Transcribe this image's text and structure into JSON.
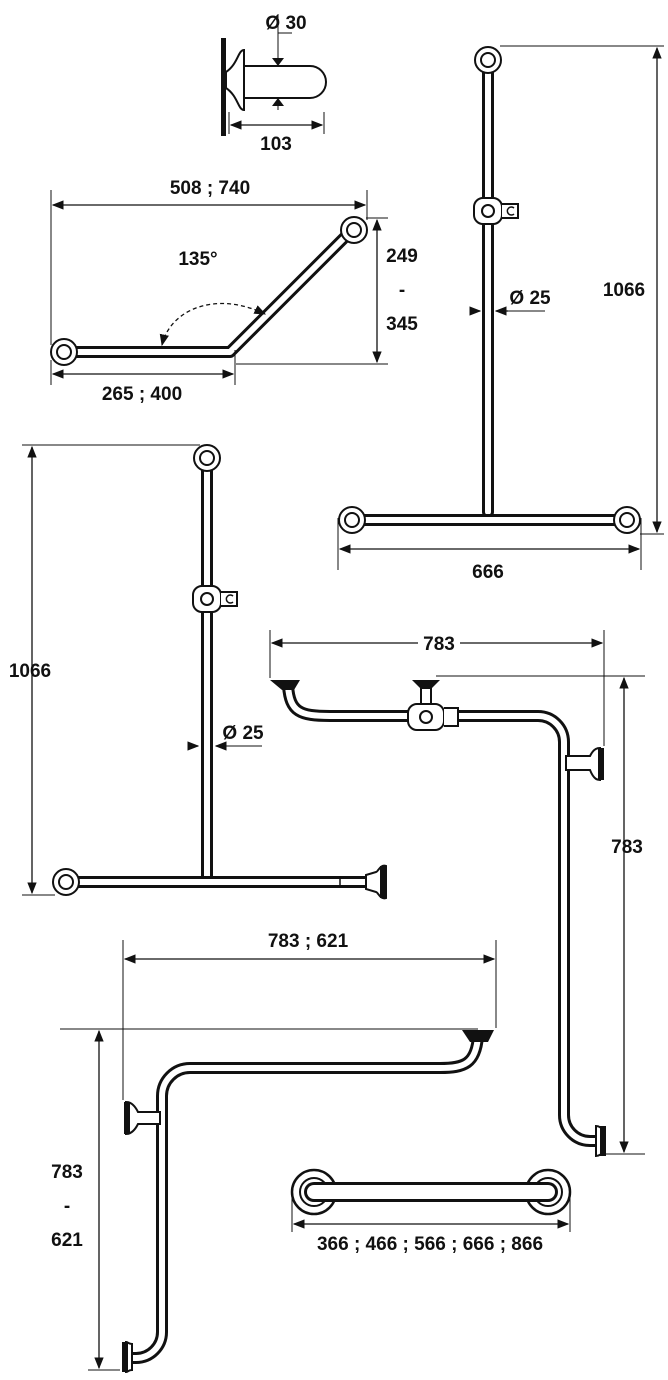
{
  "colors": {
    "line": "#111111",
    "background": "#ffffff"
  },
  "detail_wall_bracket": {
    "diameter": "Ø 30",
    "depth": "103"
  },
  "angled_bar": {
    "width": "508 ; 740",
    "height_top": "249",
    "height_sep": "-",
    "height_bottom": "345",
    "angle": "135°",
    "base_length": "265 ; 400"
  },
  "t_bar_right": {
    "height": "1066",
    "diameter": "Ø 25",
    "width": "666"
  },
  "t_bar_left": {
    "height": "1066",
    "diameter": "Ø 25"
  },
  "u_bar_right": {
    "width": "783",
    "height": "783"
  },
  "l_bar_left": {
    "width": "783 ; 621",
    "height_top": "783",
    "height_sep": "-",
    "height_bottom": "621"
  },
  "straight_bar": {
    "lengths": "366 ; 466 ; 566 ; 666 ; 866"
  }
}
